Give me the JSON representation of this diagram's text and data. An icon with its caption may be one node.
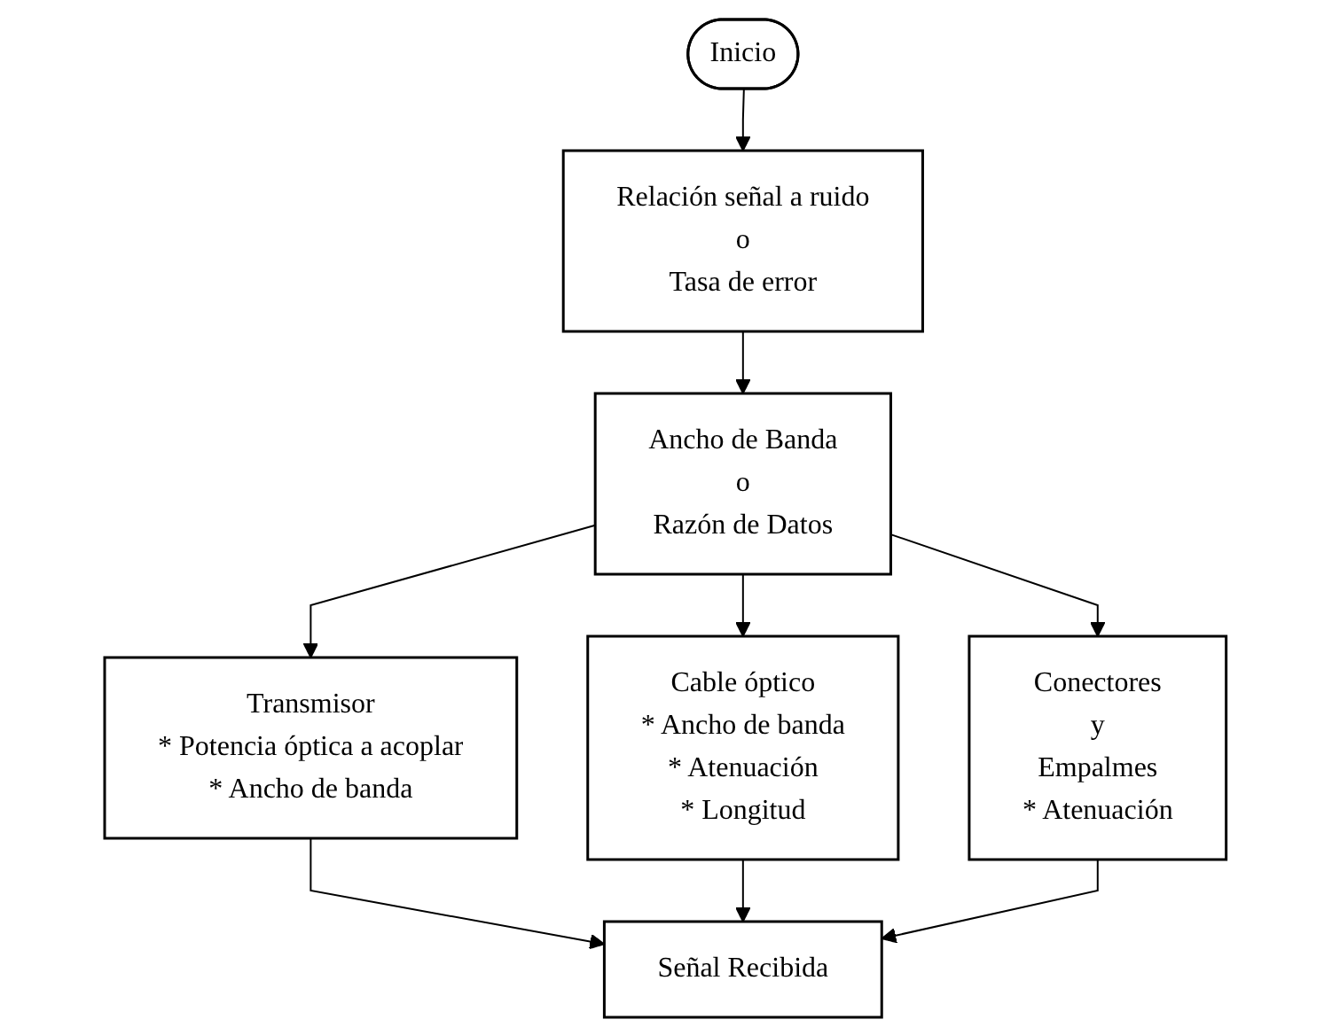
{
  "diagram": {
    "nodes": [
      {
        "text": [
          "Inicio"
        ]
      },
      {
        "text": [
          "Relación señal a ruido",
          "o",
          "Tasa de error"
        ]
      },
      {
        "text": [
          "Ancho de Banda",
          "o",
          "Razón de Datos"
        ]
      },
      {
        "text": [
          "Transmisor",
          "* Potencia óptica a acoplar",
          "* Ancho de banda"
        ]
      },
      {
        "text": [
          "Cable óptico",
          "* Ancho de banda",
          "* Atenuación",
          "* Longitud"
        ]
      },
      {
        "text": [
          "Conectores",
          "y",
          "Empalmes",
          "* Atenuación"
        ]
      },
      {
        "text": [
          "Señal Recibida"
        ]
      }
    ],
    "edges": [
      {
        "from": 0,
        "to": 1,
        "arrow": "to"
      },
      {
        "from": 1,
        "to": 2,
        "arrow": "to"
      },
      {
        "from": 2,
        "to": 3,
        "arrow": "to"
      },
      {
        "from": 2,
        "to": 4,
        "arrow": "to"
      },
      {
        "from": 2,
        "to": 5,
        "arrow": "to"
      },
      {
        "from": 3,
        "to": 6,
        "arrow": "to"
      },
      {
        "from": 4,
        "to": 6,
        "arrow": "to"
      },
      {
        "from": 5,
        "to": 6,
        "arrow": "to"
      }
    ]
  }
}
